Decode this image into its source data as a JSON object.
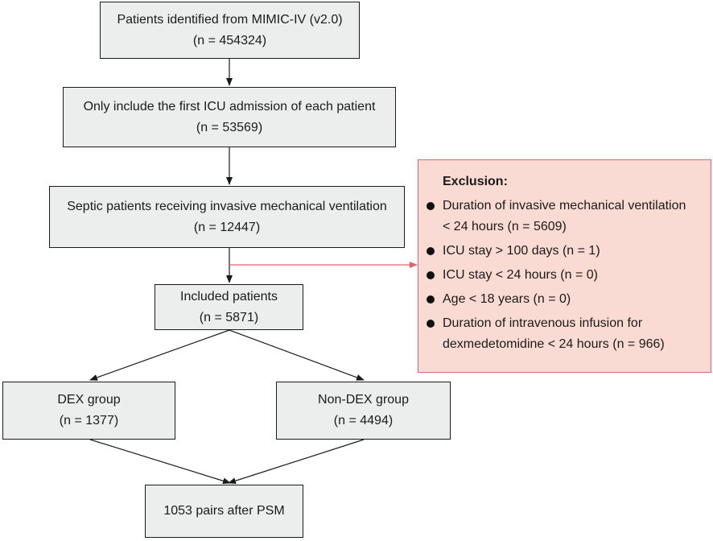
{
  "boxes": {
    "identified": {
      "line1": "Patients identified from MIMIC-IV (v2.0)",
      "line2": "(n = 454324)"
    },
    "first_icu": {
      "line1": "Only include the first ICU admission of each patient",
      "line2": "(n = 53569)"
    },
    "septic": {
      "line1": "Septic patients receiving invasive mechanical ventilation",
      "line2": "(n = 12447)"
    },
    "included": {
      "line1": "Included patients",
      "line2": "(n = 5871)"
    },
    "dex": {
      "line1": "DEX group",
      "line2": "(n = 1377)"
    },
    "non_dex": {
      "line1": "Non-DEX group",
      "line2": "(n = 4494)"
    },
    "psm": {
      "line1": "1053 pairs after PSM"
    }
  },
  "exclusion": {
    "title": "Exclusion:",
    "items": [
      {
        "line1": "Duration of invasive mechanical ventilation",
        "line2": "< 24 hours (n = 5609)"
      },
      {
        "line1": "ICU stay > 100 days (n = 1)"
      },
      {
        "line1": "ICU stay < 24 hours (n = 0)"
      },
      {
        "line1": "Age < 18 years (n = 0)"
      },
      {
        "line1": "Duration of intravenous infusion for",
        "line2": "dexmedetomidine < 24 hours (n = 966)"
      }
    ]
  },
  "colors": {
    "box_fill": "#eceeed",
    "box_border": "#1a1a1a",
    "exclusion_fill": "#fadbd3",
    "exclusion_border": "#e2636e",
    "arrow_black": "#1a1a1a",
    "arrow_pink": "#e2636e"
  }
}
